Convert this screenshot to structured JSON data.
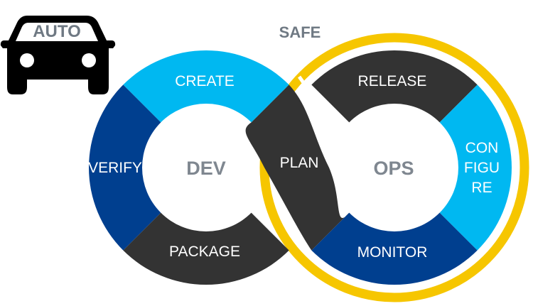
{
  "badge": {
    "label": "AUTO"
  },
  "safe_label": "SAFE",
  "dev": {
    "hub": "DEV",
    "segments": {
      "create": "CREATE",
      "verify": "VERIFY",
      "package": "PACKAGE"
    }
  },
  "plan": "PLAN",
  "ops": {
    "hub": "OPS",
    "segments": {
      "release": "RELEASE",
      "configure_lines": [
        "CON",
        "FIGU",
        "RE"
      ],
      "monitor": "MONITOR"
    }
  },
  "colors": {
    "light_blue": "#00b8f1",
    "dark_blue": "#003f8f",
    "charcoal": "#333333",
    "safe_ring": "#f6c600",
    "label_gray": "#7f8790"
  }
}
